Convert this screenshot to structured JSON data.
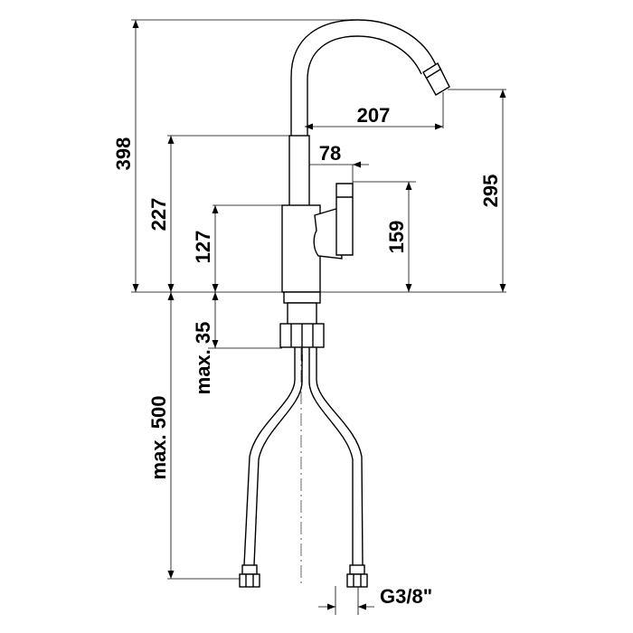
{
  "dimensions": {
    "total_height": "398",
    "body_height": "227",
    "handle_base": "127",
    "handle_height": "159",
    "spout_height": "295",
    "spout_reach": "207",
    "body_offset": "78",
    "max_mount": "max. 35",
    "max_hose": "max. 500",
    "thread": "G3/8\""
  },
  "colors": {
    "line": "#000000",
    "background": "#ffffff"
  }
}
